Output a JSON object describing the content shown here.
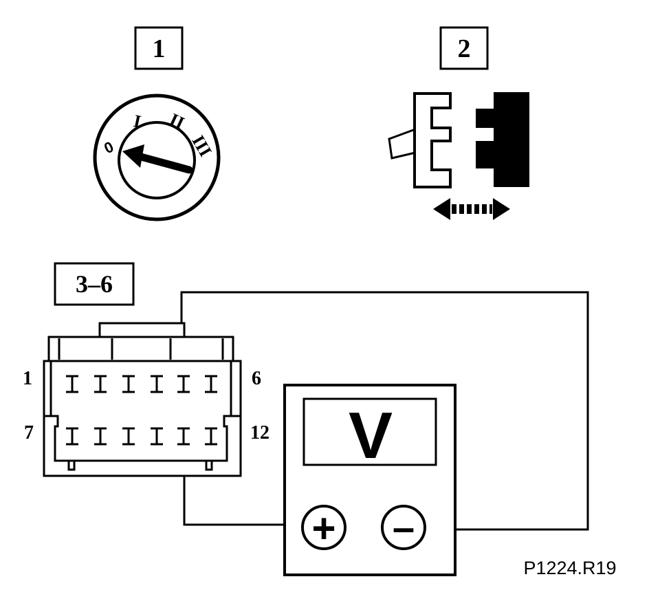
{
  "step_labels": {
    "step1": "1",
    "step2": "2",
    "step3": "3–6"
  },
  "ignition_positions": {
    "off": "0",
    "pos1": "I",
    "pos2": "II",
    "pos3": "III"
  },
  "connector_pins": {
    "top_left": "1",
    "top_right": "6",
    "bottom_left": "7",
    "bottom_right": "12"
  },
  "meter": {
    "display": "V",
    "positive": "+",
    "negative": "–"
  },
  "figure_ref": "P1224.R19",
  "colors": {
    "ink": "#000000",
    "paper": "#ffffff"
  }
}
